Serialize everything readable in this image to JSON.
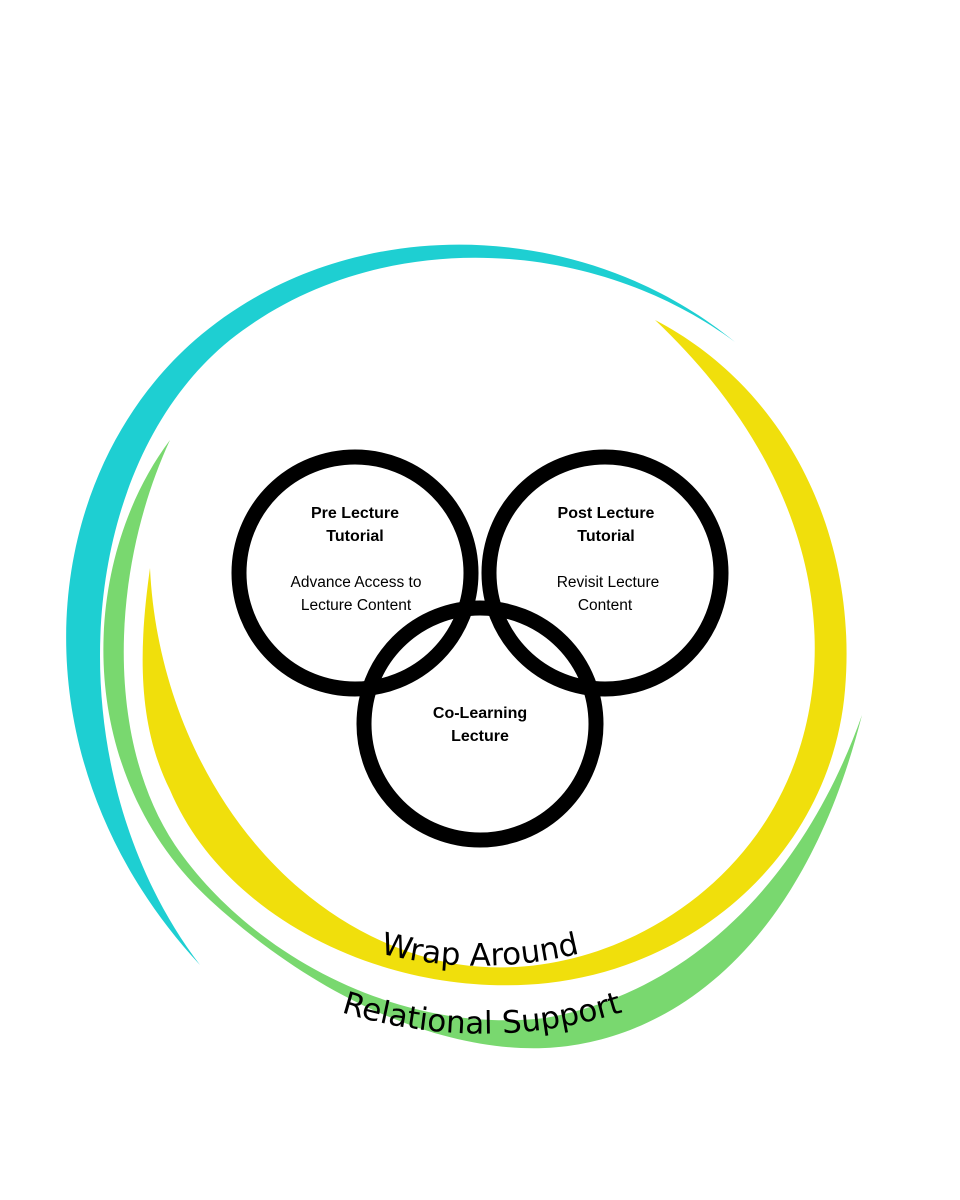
{
  "colors": {
    "background": "#ffffff",
    "outer_swoosh": "#1ecfd2",
    "middle_swoosh": "#f0df0c",
    "inner_swoosh": "#79d86f",
    "rings": "#000000"
  },
  "circles": {
    "pre": {
      "title_line1": "Pre Lecture",
      "title_line2": "Tutorial",
      "desc_line1": "Advance Access to",
      "desc_line2": "Lecture Content"
    },
    "post": {
      "title_line1": "Post Lecture",
      "title_line2": "Tutorial",
      "desc_line1": "Revisit Lecture",
      "desc_line2": "Content"
    },
    "co": {
      "title_line1": "Co-Learning",
      "title_line2": "Lecture"
    }
  },
  "wrap_labels": {
    "wrap_around": "Wrap Around",
    "relational_support": "Relational Support"
  }
}
